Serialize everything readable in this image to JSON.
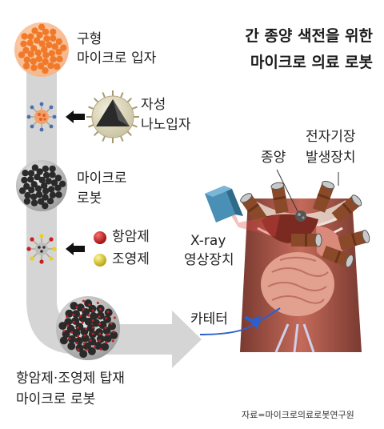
{
  "title": {
    "line1": "간 종양 색전을 위한",
    "line2": "마이크로 의료 로봇"
  },
  "labels": {
    "shape_line1": "구형",
    "shape_line2": "마이크로 입자",
    "magnetic_line1": "자성",
    "magnetic_line2": "나노입자",
    "robot_line1": "마이크로",
    "robot_line2": "로봇",
    "anticancer": "항암제",
    "contrast": "조영제",
    "loaded_line1": "항암제·조영제 탑재",
    "loaded_line2": "마이크로 로봇",
    "xray_line1": "X-ray",
    "xray_line2": "영상장치",
    "tumor": "종양",
    "emf_line1": "전자기장",
    "emf_line2": "발생장치",
    "catheter": "카테터"
  },
  "source": "자료=마이크로의료로봇연구원",
  "colors": {
    "flow": "#d5d5d5",
    "particle_orange": "#f07a2a",
    "drug_red": "#c81e1e",
    "contrast_yellow": "#e6d21e",
    "xray_blue": "#4a8fb5",
    "catheter_blue": "#2a5fd0",
    "coil_brown": "#8a4a2a"
  }
}
